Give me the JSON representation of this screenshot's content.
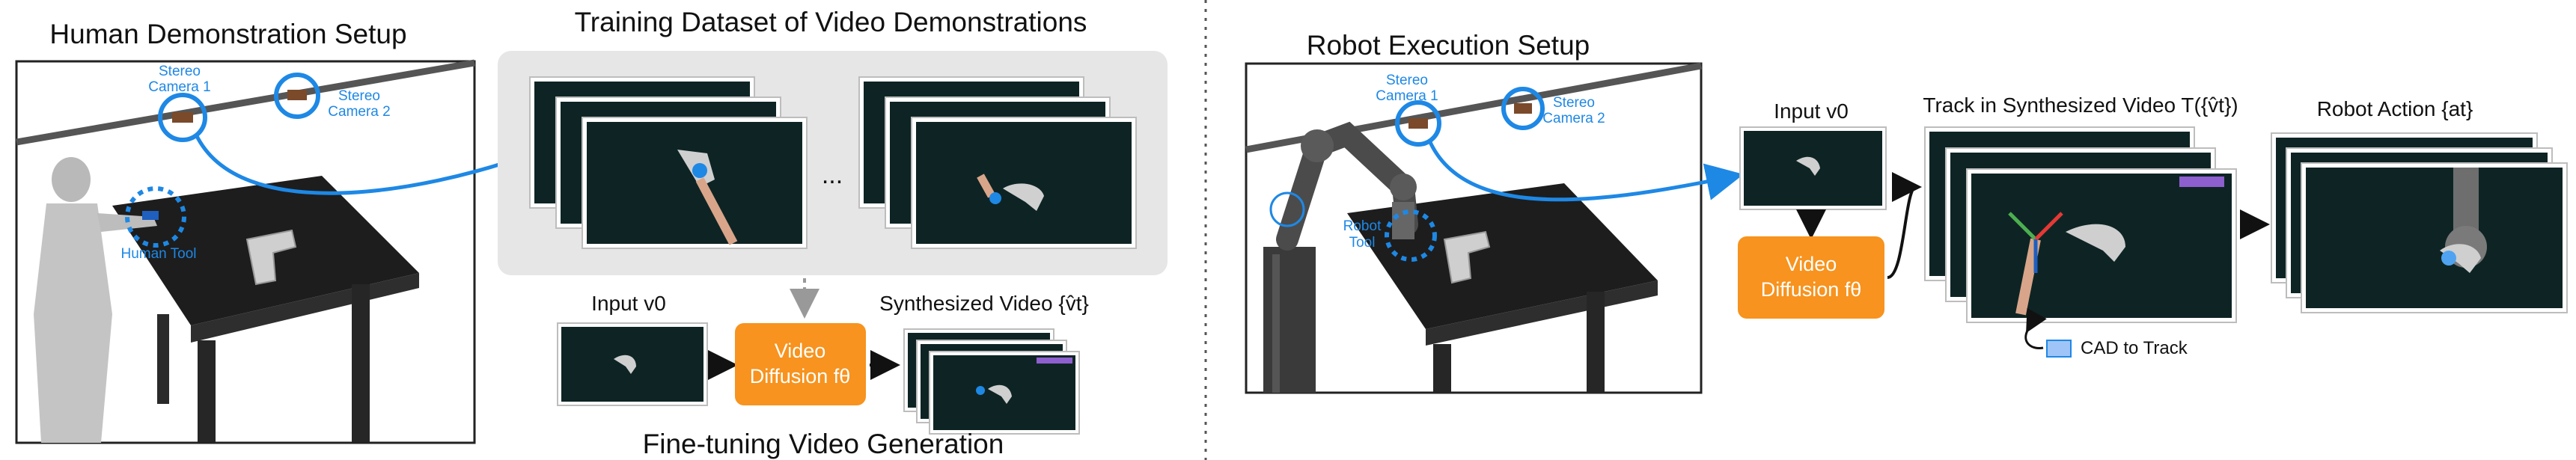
{
  "colors": {
    "accent_blue": "#1e88e5",
    "orange": "#f7931e",
    "panel_gray": "#e6e6e6",
    "video_dark": "#0e2424",
    "table": "#1d1d1d"
  },
  "human_setup": {
    "title": "Human Demonstration Setup",
    "camera1": [
      "Stereo",
      "Camera 1"
    ],
    "camera2": [
      "Stereo",
      "Camera 2"
    ],
    "tool": "Human Tool"
  },
  "training": {
    "title": "Training Dataset of Video Demonstrations",
    "ellipsis": "..."
  },
  "finetune": {
    "title": "Fine-tuning Video Generation",
    "input_label": "Input v0",
    "model_line1": "Video",
    "model_line2": "Diffusion fθ",
    "output_label": "Synthesized Video {v̂t}"
  },
  "robot_setup": {
    "title": "Robot Execution Setup",
    "camera1": [
      "Stereo",
      "Camera 1"
    ],
    "camera2": [
      "Stereo",
      "Camera 2"
    ],
    "tool": [
      "Robot",
      "Tool"
    ]
  },
  "pipeline": {
    "input_label": "Input v0",
    "model_line1": "Video",
    "model_line2": "Diffusion fθ",
    "track_label": "Track in Synthesized Video T({v̂t})",
    "cad_label": "CAD to Track",
    "action_label": "Robot Action {at}"
  }
}
